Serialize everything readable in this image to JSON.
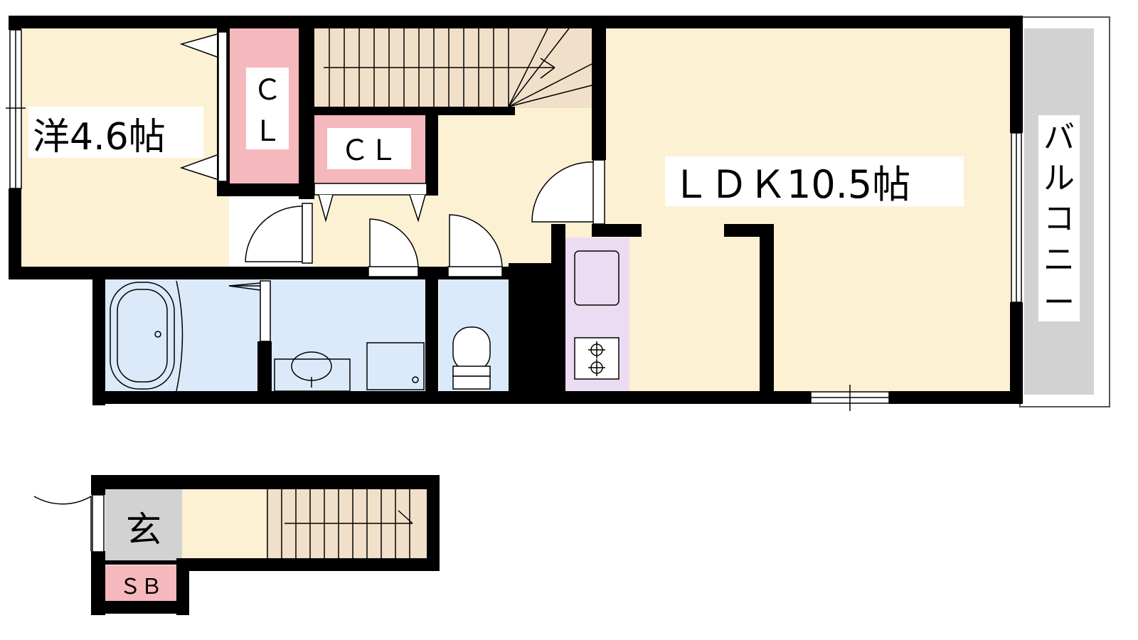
{
  "rooms": {
    "western_room": "洋4.6帖",
    "ldk": "ＬＤＫ10.5帖",
    "closet_1": "Ｃ",
    "closet_1b": "Ｌ",
    "closet_2": "ＣＬ",
    "balcony": [
      "バ",
      "ル",
      "コ",
      "ニ",
      "ー"
    ],
    "entrance": "玄",
    "shoe_box": "ＳＢ"
  },
  "colors": {
    "room": "#fdf1d3",
    "closet": "#f5b8bd",
    "wet_area": "#dbeafb",
    "kitchen": "#ecdcf3",
    "stairs": "#f1dfc9",
    "balcony": "#d2d2d2",
    "wall": "#000000"
  }
}
